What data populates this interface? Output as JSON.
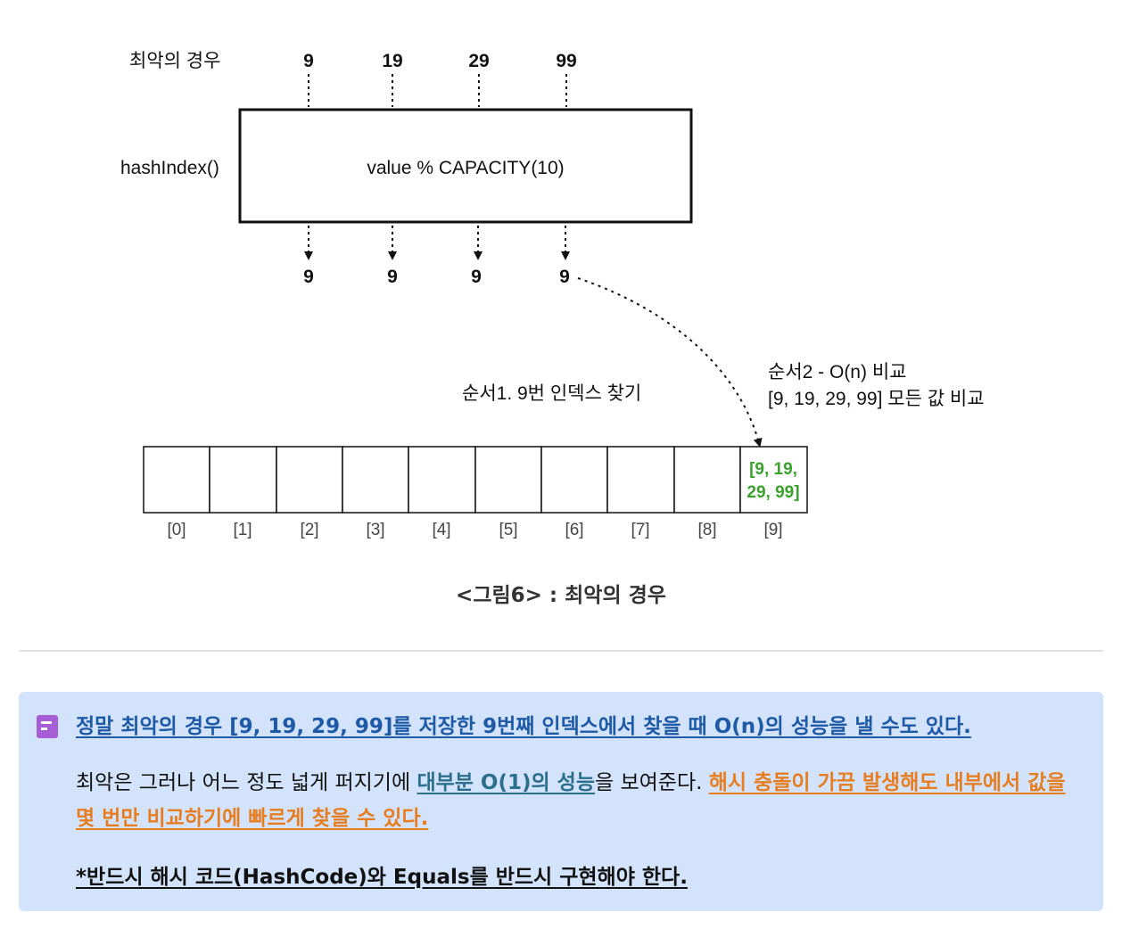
{
  "diagram": {
    "row_label_top": "최악의 경우",
    "inputs": [
      "9",
      "19",
      "29",
      "99"
    ],
    "row_label_mid": "hashIndex()",
    "function_text": "value % CAPACITY(10)",
    "outputs": [
      "9",
      "9",
      "9",
      "9"
    ],
    "step1_label": "순서1. 9번 인덱스 찾기",
    "step2_line1": "순서2 - O(n) 비교",
    "step2_line2": "[9, 19, 29, 99] 모든 값 비교",
    "cell_value_line1": "[9, 19,",
    "cell_value_line2": "29, 99]",
    "index_labels": [
      "[0]",
      "[1]",
      "[2]",
      "[3]",
      "[4]",
      "[5]",
      "[6]",
      "[7]",
      "[8]",
      "[9]"
    ],
    "colors": {
      "highlight_green": "#3aa12c",
      "stroke": "#111111"
    }
  },
  "caption": "<그림6> : 최악의 경우",
  "callout": {
    "icon": "document-icon",
    "title": "정말 최악의 경우 [9, 19, 29, 99]를 저장한 9번째 인덱스에서 찾을 때 O(n)의 성능을 낼 수도 있다.",
    "body_prefix": "최악은 그러나 어느 정도 넓게 퍼지기에 ",
    "body_highlight_teal": "대부분 O(1)의 성능",
    "body_middle": "을 보여준다. ",
    "body_highlight_orange": "해시 충돌이 가끔 발생해도 내부에서 값을 몇 번만 비교하기에 빠르게 찾을 수 있다.",
    "note": "*반드시 해시 코드(HashCode)와 Equals를 반드시 구현해야 한다.",
    "colors": {
      "background": "#d3e3fb",
      "icon": "#a65dd6",
      "title": "#1f5aa6",
      "teal": "#2b6f8c",
      "orange": "#e67d21"
    }
  }
}
